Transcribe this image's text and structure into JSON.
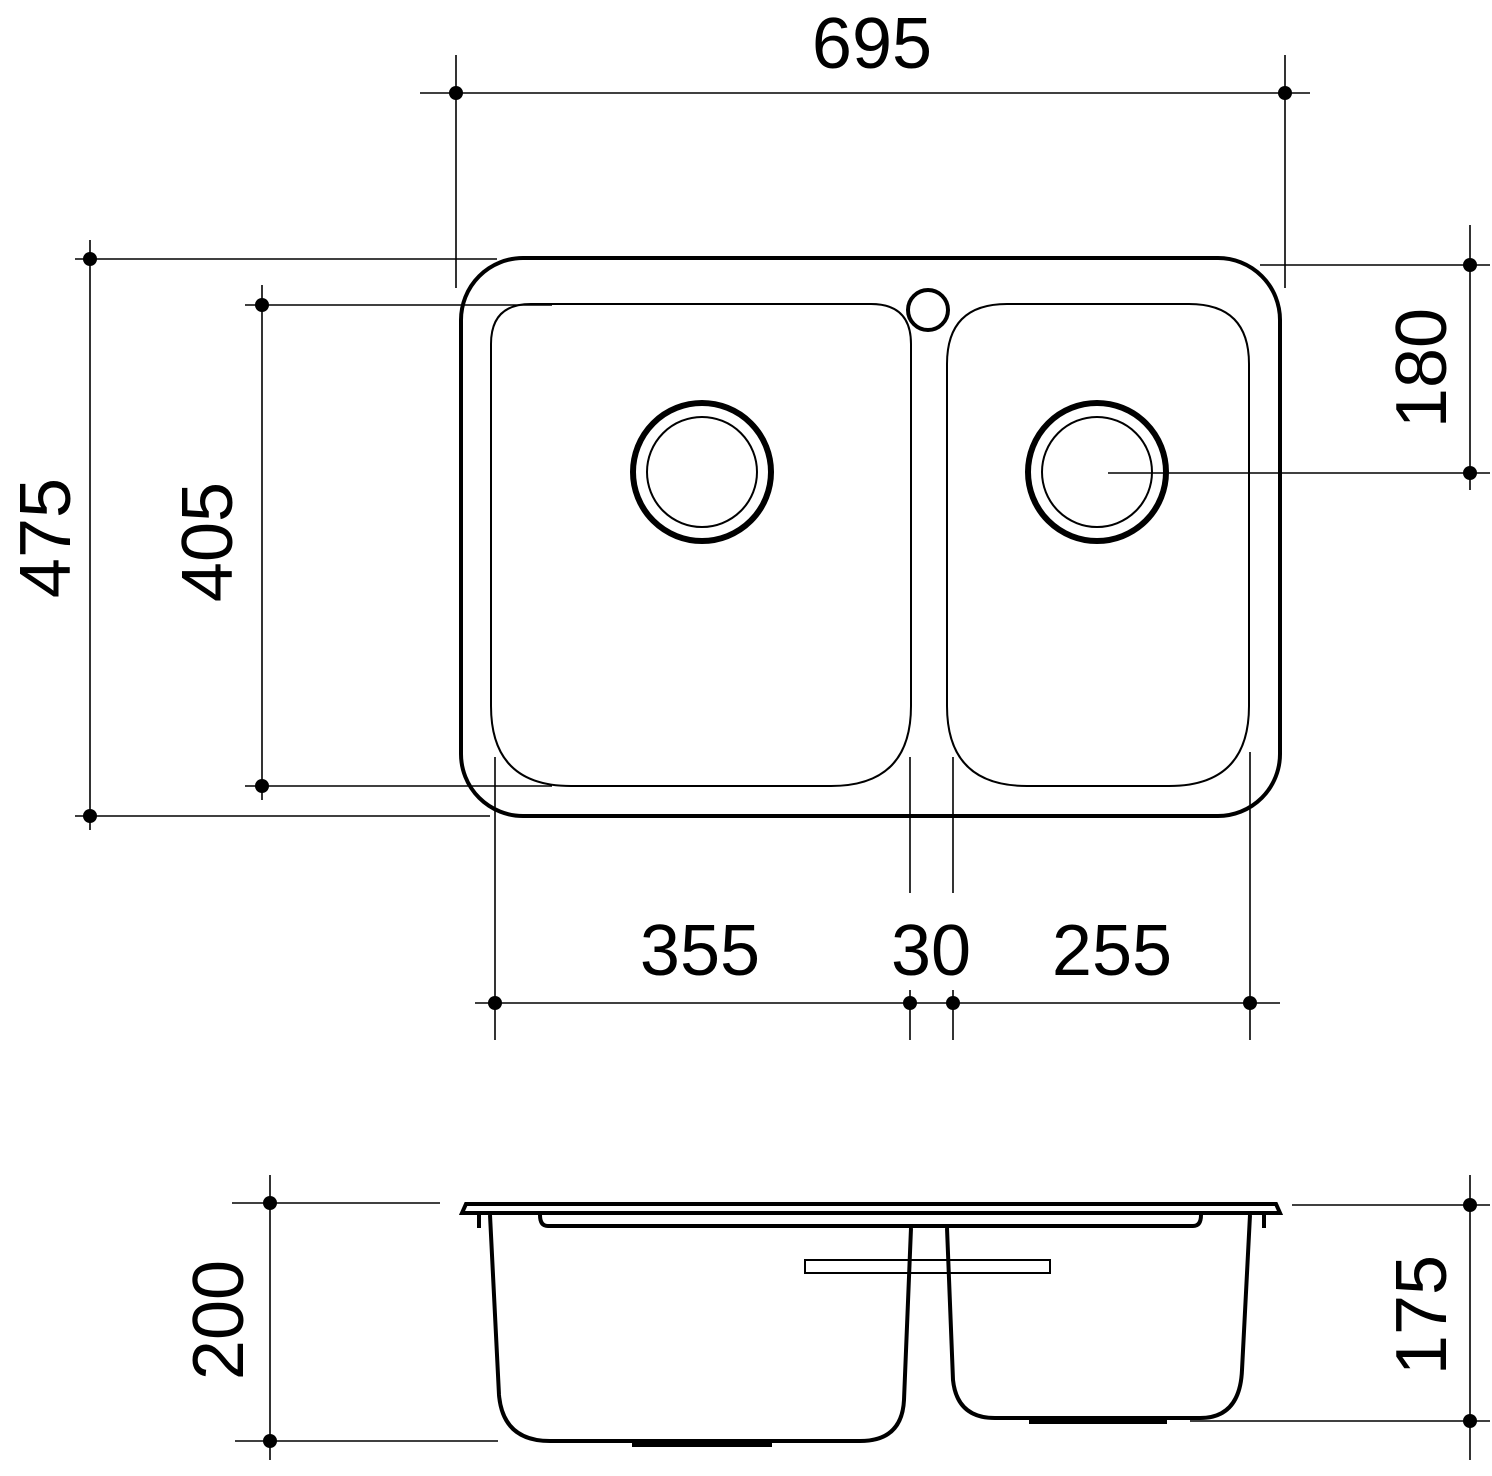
{
  "top_view": {
    "overall_width": "695",
    "overall_depth": "475",
    "bowl_depth": "405",
    "drain_offset": "180",
    "large_bowl_width": "355",
    "divider_width": "30",
    "small_bowl_width": "255"
  },
  "side_view": {
    "large_bowl_height": "200",
    "small_bowl_height": "175"
  }
}
